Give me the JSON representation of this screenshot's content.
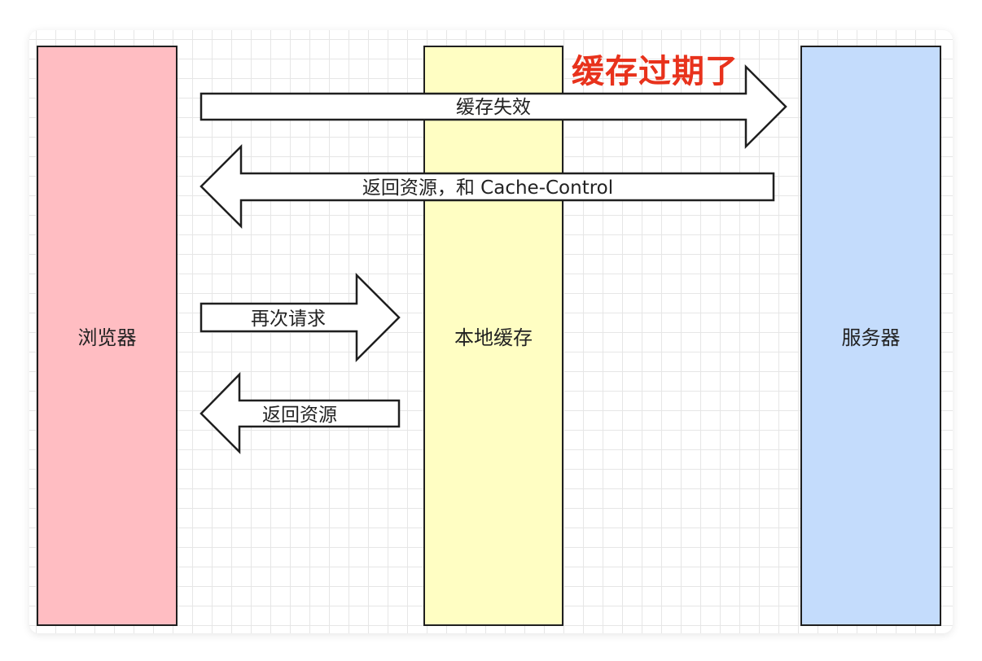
{
  "lanes": {
    "browser": "浏览器",
    "local_cache": "本地缓存",
    "server": "服务器"
  },
  "note": "缓存过期了",
  "arrows": {
    "cache_invalid": "缓存失效",
    "return_resource_cache_control": "返回资源，和 Cache-Control",
    "request_again": "再次请求",
    "return_resource": "返回资源"
  },
  "colors": {
    "browser_fill": "#ffbdc2",
    "cache_fill": "#fffec3",
    "server_fill": "#c4dcfc",
    "note_color": "#e8321c",
    "outline": "#1f1f1f"
  }
}
